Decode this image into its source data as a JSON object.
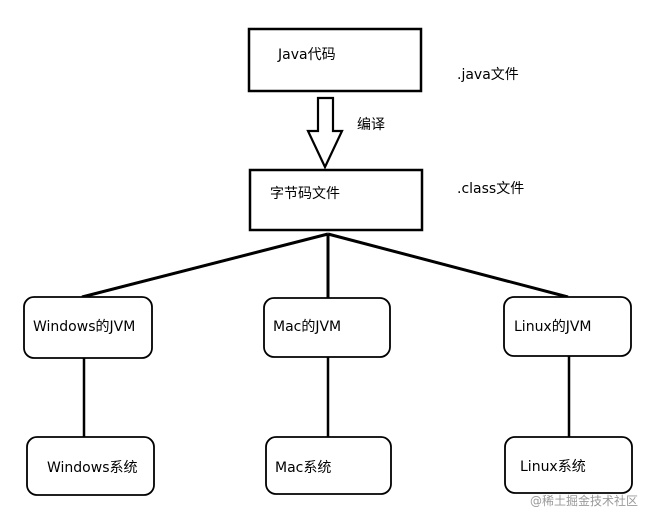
{
  "nodes": {
    "java_code": "Java代码",
    "bytecode": "字节码文件",
    "windows_jvm": "Windows的JVM",
    "mac_jvm": "Mac的JVM",
    "linux_jvm": "Linux的JVM",
    "windows_os": "Windows系统",
    "mac_os": "Mac系统",
    "linux_os": "Linux系统"
  },
  "annotations": {
    "java_ext": ".java文件",
    "compile": "编译",
    "class_ext": ".class文件"
  },
  "watermark": "@稀土掘金技术社区"
}
